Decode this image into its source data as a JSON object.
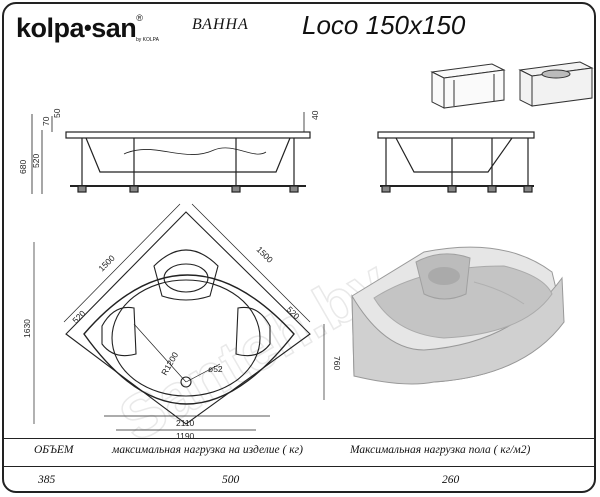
{
  "header": {
    "brand": "kolpa",
    "brand_sep": "•",
    "brand_tail": "san",
    "brand_reg": "®",
    "brand_sub": "by KOLPA",
    "category": "ВАННА",
    "model": "Loco 150x150"
  },
  "dimensions": {
    "height_total": "680",
    "height_body": "520",
    "rim_70": "70",
    "rim_50": "50",
    "rim_40": "40",
    "side_1500_a": "1500",
    "side_1500_b": "1500",
    "diag_520_a": "520",
    "diag_520_b": "520",
    "span_1630": "1630",
    "span_760": "760",
    "radius": "R1200",
    "drain": "ø52",
    "width_2110": "2110",
    "width_1190": "1190"
  },
  "watermark": "Santeh.by",
  "table": {
    "headers": [
      "ОБЪЕМ",
      "максимальная нагрузка на изделие ( кг)",
      "Максимальная нагрузка пола  ( кг/м2)"
    ],
    "values": [
      "385",
      "500",
      "260"
    ]
  }
}
